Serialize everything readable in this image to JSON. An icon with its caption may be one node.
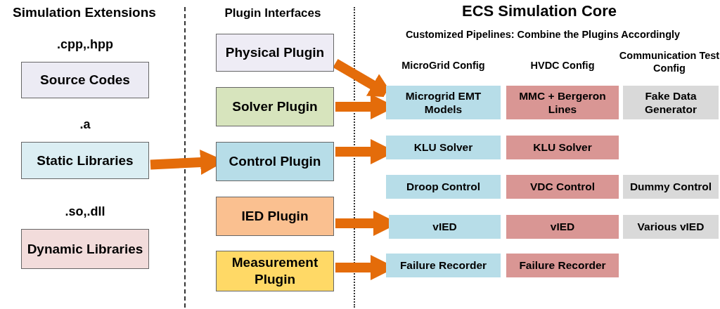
{
  "diagram": {
    "nodes": [
      {
        "text": [
          "Source Codes"
        ],
        "beside": [
          ".cpp,.hpp"
        ]
      },
      {
        "text": [
          "Static Libraries"
        ],
        "beside": [
          ".a"
        ]
      },
      {
        "text": [
          "Dynamic Libraries"
        ],
        "beside": [
          ".so,.dll"
        ]
      },
      {
        "text": [
          "Physical Plugin"
        ]
      },
      {
        "text": [
          "Solver Plugin"
        ]
      },
      {
        "text": [
          "Control Plugin"
        ]
      },
      {
        "text": [
          "IED Plugin"
        ]
      },
      {
        "text": [
          "Measurement Plugin"
        ]
      },
      {
        "text": [
          "Microgrid EMT Models"
        ]
      },
      {
        "text": [
          "MMC + Bergeron Lines"
        ]
      },
      {
        "text": [
          "Fake Data Generator"
        ]
      },
      {
        "text": [
          "KLU Solver"
        ]
      },
      {
        "text": [
          "KLU Solver"
        ]
      },
      {
        "text": [
          "Droop Control"
        ]
      },
      {
        "text": [
          "VDC Control"
        ]
      },
      {
        "text": [
          "Dummy Control"
        ]
      },
      {
        "text": [
          "vIED"
        ]
      },
      {
        "text": [
          "vIED"
        ]
      },
      {
        "text": [
          "Various vIED"
        ]
      },
      {
        "text": [
          "Failure Recorder"
        ]
      },
      {
        "text": [
          "Failure Recorder"
        ]
      }
    ],
    "edges": [
      {
        "from": 1,
        "to": 5,
        "arrow": "to"
      },
      {
        "from": 3,
        "to": 8,
        "arrow": "to"
      },
      {
        "from": 4,
        "to": 8,
        "arrow": "to"
      },
      {
        "from": 5,
        "to": 11,
        "arrow": "to"
      },
      {
        "from": 6,
        "to": 16,
        "arrow": "to"
      },
      {
        "from": 7,
        "to": 19,
        "arrow": "to"
      }
    ],
    "labels": [
      "Simulation Extensions",
      "Plugin Interfaces",
      "ECS Simulation Core",
      "Customized Pipelines: Combine the Plugins Accordingly",
      "MicroGrid Config",
      "HVDC Config",
      "Communication Test Config"
    ]
  }
}
